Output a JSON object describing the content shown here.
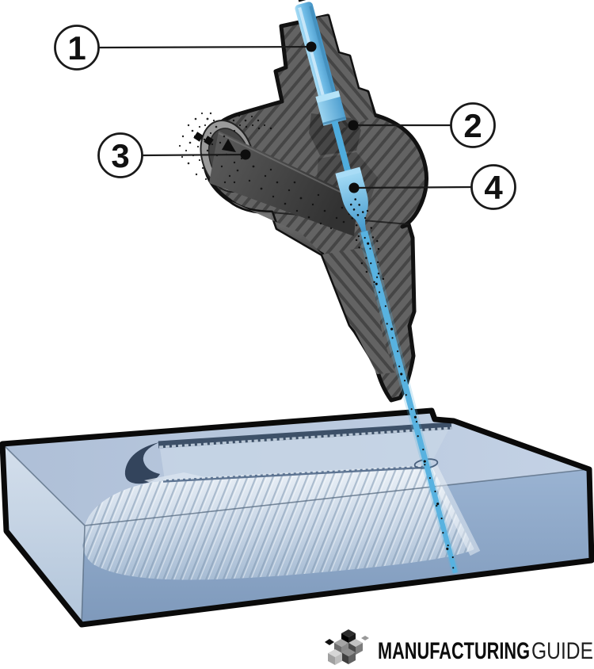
{
  "diagram": {
    "description_visible_text_only": true,
    "callouts": [
      {
        "label": "1"
      },
      {
        "label": "2"
      },
      {
        "label": "3"
      },
      {
        "label": "4"
      }
    ],
    "colors": {
      "jet_blue": "#58b2e0",
      "tube_blue_light": "#9fd6f2",
      "body_gray": "#636363",
      "hatch_line": "#454545",
      "outline_black": "#111111",
      "workpiece_top": "#b6c6dc",
      "workpiece_front": "#8ea9c9",
      "workpiece_left": "#c9d7e7",
      "cut_groove_dark": "#3d5068",
      "striation_line": "#7f96b0"
    }
  },
  "logo": {
    "word_bold": "MANUFACTURING",
    "word_light": "GUIDE"
  }
}
